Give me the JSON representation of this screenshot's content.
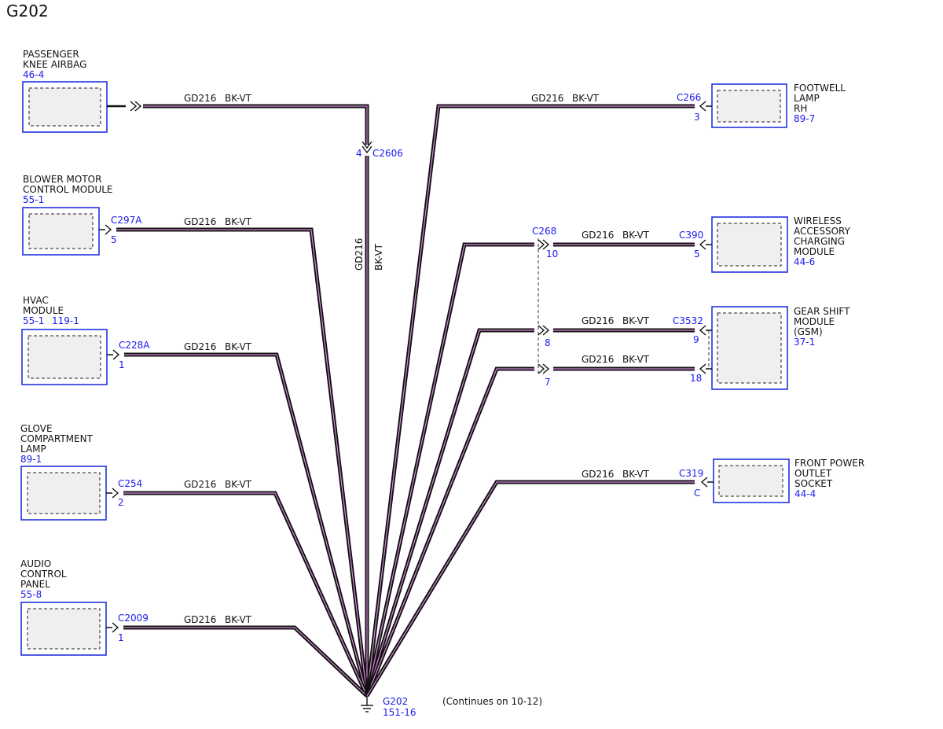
{
  "title": "G202",
  "wire": {
    "circuit": "GD216",
    "color": "BK-VT"
  },
  "ground": {
    "name": "G202",
    "ref": "151-16",
    "note": "(Continues on 10-12)"
  },
  "inline": {
    "c2606": {
      "name": "C2606",
      "pin": "4"
    },
    "c268": {
      "name": "C268",
      "pins": [
        "10",
        "8",
        "7"
      ]
    }
  },
  "left_components": [
    {
      "name_lines": [
        "PASSENGER",
        "KNEE AIRBAG"
      ],
      "ref": "46-4",
      "connector": "",
      "pin": ""
    },
    {
      "name_lines": [
        "BLOWER MOTOR",
        "CONTROL MODULE"
      ],
      "ref": "55-1",
      "connector": "C297A",
      "pin": "5"
    },
    {
      "name_lines": [
        "HVAC",
        "MODULE"
      ],
      "ref": "55-1",
      "ref2": "119-1",
      "connector": "C228A",
      "pin": "1"
    },
    {
      "name_lines": [
        "GLOVE",
        "COMPARTMENT",
        "LAMP"
      ],
      "ref": "89-1",
      "connector": "C254",
      "pin": "2"
    },
    {
      "name_lines": [
        "AUDIO",
        "CONTROL",
        "PANEL"
      ],
      "ref": "55-8",
      "connector": "C2009",
      "pin": "1"
    }
  ],
  "right_components": [
    {
      "name_lines": [
        "FOOTWELL",
        "LAMP",
        "RH"
      ],
      "ref": "89-7",
      "connector": "C266",
      "pin": "3"
    },
    {
      "name_lines": [
        "WIRELESS",
        "ACCESSORY",
        "CHARGING",
        "MODULE"
      ],
      "ref": "44-6",
      "connector": "C390",
      "pin": "5"
    },
    {
      "name_lines": [
        "GEAR SHIFT",
        "MODULE",
        "(GSM)"
      ],
      "ref": "37-1",
      "connector": "C3532",
      "pin": "9",
      "pin2": "18"
    },
    {
      "name_lines": [
        "FRONT POWER",
        "OUTLET",
        "SOCKET"
      ],
      "ref": "44-4",
      "connector": "C319",
      "pin": "C"
    }
  ],
  "colors": {
    "connector_text": "#1a1aee",
    "wire_outer": "#111111",
    "wire_stripe": "#d38ad8",
    "box_border": "#2233dd"
  }
}
